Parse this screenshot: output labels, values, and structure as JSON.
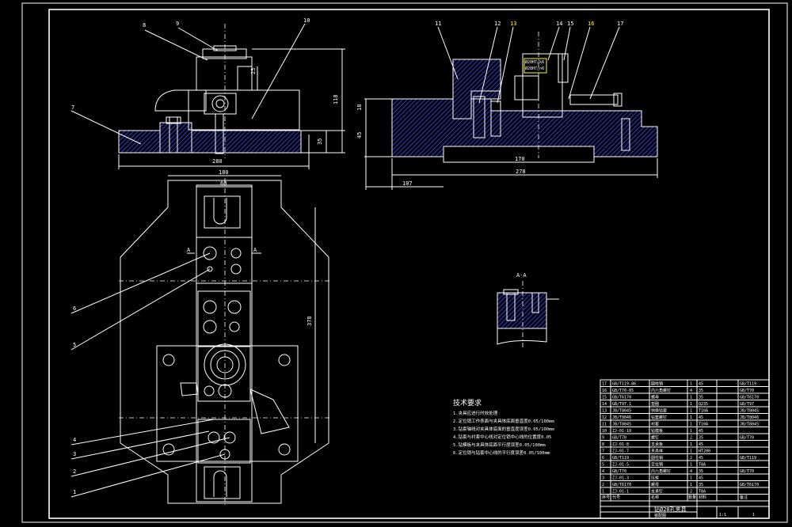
{
  "colors": {
    "background": "#000000",
    "line": "#ffffff",
    "hatch": "#2f3bd6",
    "callout": "#ffff00"
  },
  "part_labels": {
    "n1": "1",
    "n2": "2",
    "n3": "3",
    "n4": "4",
    "n5": "5",
    "n6": "6",
    "n7": "7",
    "n8": "8",
    "n9": "9",
    "n10": "10",
    "n11": "11",
    "n12": "12",
    "n13": "13",
    "n14": "14",
    "n15": "15",
    "n16": "16",
    "n17": "17"
  },
  "dimensions": {
    "front_width": "280",
    "front_height": "118",
    "front_base": "35",
    "front_block": "25",
    "side_width": "278",
    "side_inner": "170",
    "side_offset": "107",
    "side_height": "45",
    "side_step": "18",
    "plan_width": "180",
    "plan_slot": "60",
    "plan_length": "378"
  },
  "section_marks": {
    "left": "A",
    "right": "A",
    "view": "A-A"
  },
  "tech_requirements": {
    "title": "技术要求",
    "items": [
      "1.夹具应进行时效处理",
      "2.定位销工作表面与夹具体底面垂直度0.05/100mm",
      "3.钻套轴线对夹具体底面的垂直度误差0.05/100mm",
      "4.钻套与衬套中心线对定位销中心线的位置度0.05",
      "5.钻模板与夹具体底面平行度误差0.05/100mm",
      "6.定位销与钻套中心线的平行度误差0.05/100mm"
    ]
  },
  "title_block": {
    "design_name": "钻Ø20孔夹具",
    "drawing_type": "装配图",
    "scale": "1:1",
    "sheet": "1",
    "remark_col": "备注",
    "material_col": "材料",
    "name_col": "名称",
    "code_col": "代号",
    "qty_col": "数量"
  },
  "bom": [
    {
      "no": "17",
      "code": "GB/T119-86",
      "name": "圆柱销",
      "qty": "1",
      "mat": "45",
      "std": "GB/T119"
    },
    {
      "no": "16",
      "code": "GB/T70-85",
      "name": "内六角螺钉",
      "qty": "4",
      "mat": "35",
      "std": "GB/T70"
    },
    {
      "no": "15",
      "code": "GB/T6170",
      "name": "螺母",
      "qty": "1",
      "mat": "35",
      "std": "GB/T6170"
    },
    {
      "no": "14",
      "code": "GB/T97.1",
      "name": "垫圈",
      "qty": "1",
      "mat": "Q235",
      "std": "GB/T97"
    },
    {
      "no": "13",
      "code": "JB/T8045",
      "name": "快换钻套",
      "qty": "1",
      "mat": "T10A",
      "std": "JB/T8045"
    },
    {
      "no": "12",
      "code": "JB/T8046",
      "name": "钻套螺钉",
      "qty": "1",
      "mat": "45",
      "std": "JB/T8046"
    },
    {
      "no": "11",
      "code": "JB/T8045",
      "name": "衬套",
      "qty": "1",
      "mat": "T10A",
      "std": "JB/T8045"
    },
    {
      "no": "10",
      "code": "ZJ-01-10",
      "name": "钻模板",
      "qty": "1",
      "mat": "45",
      "std": ""
    },
    {
      "no": "9",
      "code": "GB/T70",
      "name": "螺钉",
      "qty": "2",
      "mat": "35",
      "std": "GB/T70"
    },
    {
      "no": "8",
      "code": "ZJ-01-8",
      "name": "支承板",
      "qty": "1",
      "mat": "45",
      "std": ""
    },
    {
      "no": "7",
      "code": "ZJ-01-7",
      "name": "夹具体",
      "qty": "1",
      "mat": "HT200",
      "std": ""
    },
    {
      "no": "6",
      "code": "GB/T119",
      "name": "圆柱销",
      "qty": "2",
      "mat": "45",
      "std": "GB/T119"
    },
    {
      "no": "5",
      "code": "ZJ-01-5",
      "name": "定位销",
      "qty": "1",
      "mat": "T8A",
      "std": ""
    },
    {
      "no": "4",
      "code": "GB/T70",
      "name": "内六角螺钉",
      "qty": "4",
      "mat": "35",
      "std": "GB/T70"
    },
    {
      "no": "3",
      "code": "ZJ-01-3",
      "name": "压板",
      "qty": "1",
      "mat": "45",
      "std": ""
    },
    {
      "no": "2",
      "code": "GB/T6170",
      "name": "螺母",
      "qty": "1",
      "mat": "35",
      "std": "GB/T6170"
    },
    {
      "no": "1",
      "code": "ZJ-01-1",
      "name": "支承钉",
      "qty": "2",
      "mat": "T8A",
      "std": ""
    }
  ]
}
